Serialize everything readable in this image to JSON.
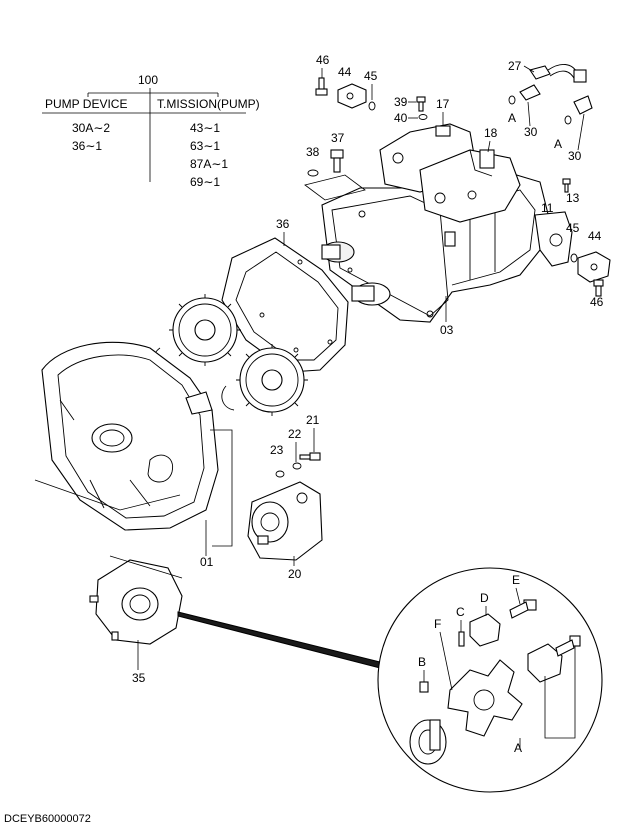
{
  "table": {
    "header": "100",
    "col1_title": "PUMP DEVICE",
    "col2_title": "T.MISSION(PUMP)",
    "col1_items": [
      "30A∼2",
      "36∼1"
    ],
    "col2_items": [
      "43∼1",
      "63∼1",
      "87A∼1",
      "69∼1"
    ]
  },
  "labels": {
    "p46a": "46",
    "p44a": "44",
    "p45a": "45",
    "p39": "39",
    "p40": "40",
    "p17": "17",
    "p27": "27",
    "pA1": "A",
    "p30a": "30",
    "pA2": "A",
    "p30b": "30",
    "p37": "37",
    "p38": "38",
    "p18": "18",
    "p13": "13",
    "p11": "11",
    "p45b": "45",
    "p44b": "44",
    "p46b": "46",
    "p36": "36",
    "p03": "03",
    "p21": "21",
    "p22": "22",
    "p23": "23",
    "p01": "01",
    "p20": "20",
    "p35": "35",
    "dE": "E",
    "dD": "D",
    "dC": "C",
    "dF": "F",
    "dB": "B",
    "dA": "A"
  },
  "footer": {
    "code": "DCEYB60000072"
  }
}
